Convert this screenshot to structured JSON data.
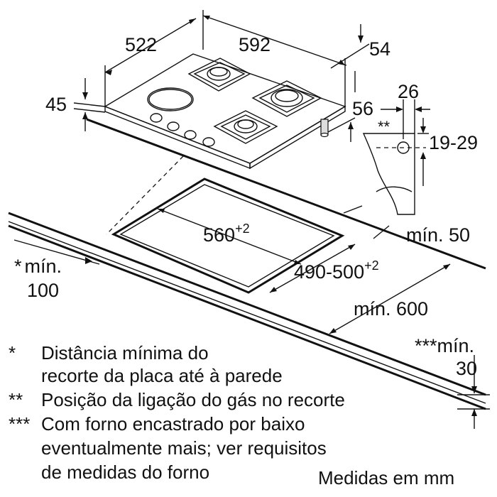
{
  "dimensions": {
    "hob_depth": "522",
    "hob_width": "592",
    "gas_offset_side": "54",
    "hob_height": "45",
    "gas_offset_front": "56",
    "connection_width": "26",
    "connection_height": "19-29",
    "cutout_width": "560",
    "cutout_width_tol": "+2",
    "cutout_depth": "490-500",
    "cutout_depth_tol": "+2",
    "min_back": "mín. 50",
    "min_wall_prefix": "*",
    "min_wall_label": "mín.",
    "min_wall_value": "100",
    "worktop_depth": "mín. 600",
    "oven_min_label": "***mín.",
    "oven_min_value": "30",
    "gas_marker": "**"
  },
  "notes": [
    {
      "marker": "*",
      "line1": "Distância mínima do",
      "line2": "recorte da placa até à parede"
    },
    {
      "marker": "**",
      "line1": "Posição da ligação do gás no recorte"
    },
    {
      "marker": "***",
      "line1": "Com forno encastrado por baixo",
      "line2": "eventualmente mais; ver requisitos",
      "line3": "de medidas do forno"
    }
  ],
  "units_note": "Medidas em mm"
}
